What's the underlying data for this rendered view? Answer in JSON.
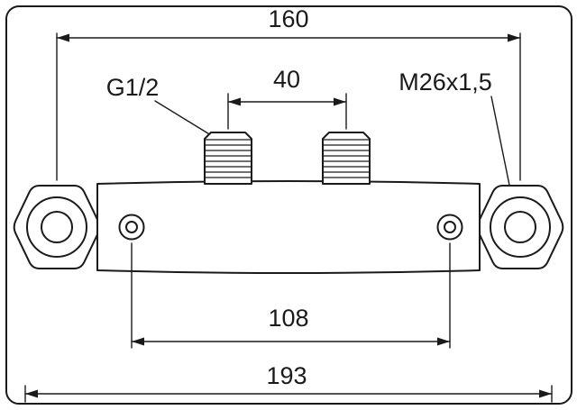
{
  "colors": {
    "ink": "#1a1a1a",
    "background": "#ffffff"
  },
  "dimensions": {
    "top_span": "160",
    "stub_spacing": "40",
    "port_spacing": "108",
    "bottom_span": "193"
  },
  "labels": {
    "left_thread": "G1/2",
    "right_thread": "M26x1,5"
  }
}
